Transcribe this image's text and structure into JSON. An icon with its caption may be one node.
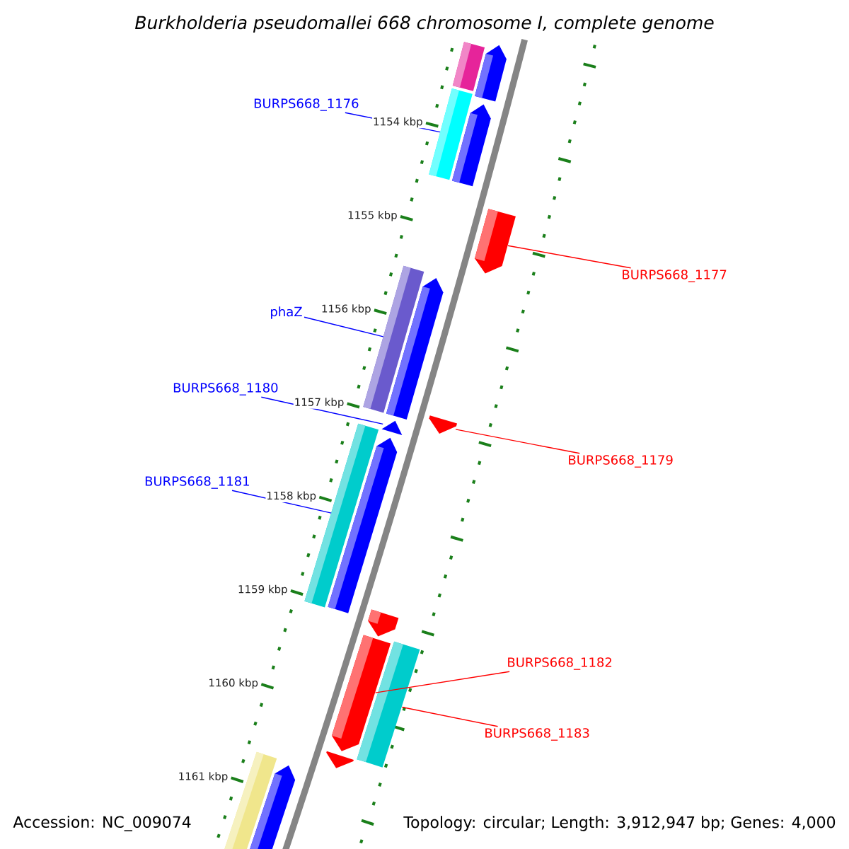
{
  "diagram": {
    "title": "Burkholderia pseudomallei 668 chromosome I, complete genome",
    "nodes": [
      {
        "text": [
          "BURPS668_1176"
        ]
      },
      {
        "text": [],
        "shape": "bar"
      },
      {
        "text": [
          "BURPS668_1177"
        ]
      },
      {
        "text": [],
        "shape": "bar"
      },
      {
        "text": [
          "phaZ"
        ]
      },
      {
        "text": [],
        "shape": "bar"
      },
      {
        "text": [
          "BURPS668_1180"
        ]
      },
      {
        "text": [],
        "shape": "bar"
      },
      {
        "text": [
          "BURPS668_1179"
        ]
      },
      {
        "text": [],
        "shape": "bar"
      },
      {
        "text": [
          "BURPS668_1181"
        ]
      },
      {
        "text": [],
        "shape": "bar"
      },
      {
        "text": [
          "BURPS668_1182"
        ]
      },
      {
        "text": [],
        "shape": "bar"
      },
      {
        "text": [
          "BURPS668_1183"
        ]
      },
      {
        "text": [],
        "shape": "bar"
      },
      {
        "text": [],
        "shape": "bar"
      },
      {
        "text": [],
        "shape": "bar"
      },
      {
        "text": [],
        "shape": "bar"
      },
      {
        "text": [],
        "shape": "bar"
      },
      {
        "text": [],
        "shape": "bar"
      },
      {
        "text": [],
        "shape": "bar"
      },
      {
        "text": [],
        "shape": "bar"
      },
      {
        "text": [],
        "shape": "bar"
      },
      {
        "text": [],
        "shape": "bar"
      }
    ],
    "edges": [
      {
        "from": 0,
        "to": 1,
        "arrow": "none",
        "color": "#0000ff"
      },
      {
        "from": 2,
        "to": 3,
        "arrow": "none",
        "color": "#ff0000"
      },
      {
        "from": 4,
        "to": 5,
        "arrow": "none",
        "color": "#0000ff"
      },
      {
        "from": 6,
        "to": 7,
        "arrow": "none",
        "color": "#0000ff"
      },
      {
        "from": 8,
        "to": 9,
        "arrow": "none",
        "color": "#ff0000"
      },
      {
        "from": 10,
        "to": 11,
        "arrow": "none",
        "color": "#0000ff"
      },
      {
        "from": 12,
        "to": 13,
        "arrow": "none",
        "color": "#ff0000"
      },
      {
        "from": 14,
        "to": 15,
        "arrow": "none",
        "color": "#ff0000"
      }
    ],
    "labels": [
      "1154 kbp",
      "1155 kbp",
      "1156 kbp",
      "1157 kbp",
      "1158 kbp",
      "1159 kbp",
      "1160 kbp",
      "1161 kbp",
      "Accession: NC_009074",
      "Topology: circular; Length: 3,912,947 bp; Genes: 4,000"
    ]
  }
}
